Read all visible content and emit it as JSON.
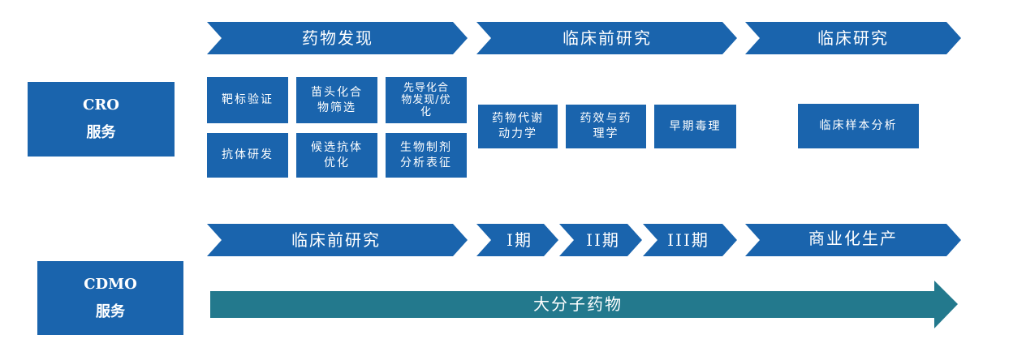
{
  "colors": {
    "primary_blue": "#1a64ad",
    "teal_arrow": "#23798d",
    "text": "#ffffff"
  },
  "cro": {
    "label_line1": "CRO",
    "label_line2": "服务",
    "stages": [
      "药物发现",
      "临床前研究",
      "临床研究"
    ],
    "discovery_items": [
      [
        "靶标验证"
      ],
      [
        "苗头化合",
        "物筛选"
      ],
      [
        "先导化合",
        "物发现/优",
        "化"
      ],
      [
        "抗体研发"
      ],
      [
        "候选抗体",
        "优化"
      ],
      [
        "生物制剂",
        "分析表征"
      ]
    ],
    "preclinical_items": [
      [
        "药物代谢",
        "动力学"
      ],
      [
        "药效与药",
        "理学"
      ],
      [
        "早期毒理"
      ]
    ],
    "clinical_items": [
      [
        "临床样本分析"
      ]
    ]
  },
  "cdmo": {
    "label_line1": "CDMO",
    "label_line2": "服务",
    "stages": [
      "临床前研究",
      "I期",
      "II期",
      "III期",
      "商业化生产"
    ],
    "arrow_label": "大分子药物"
  }
}
